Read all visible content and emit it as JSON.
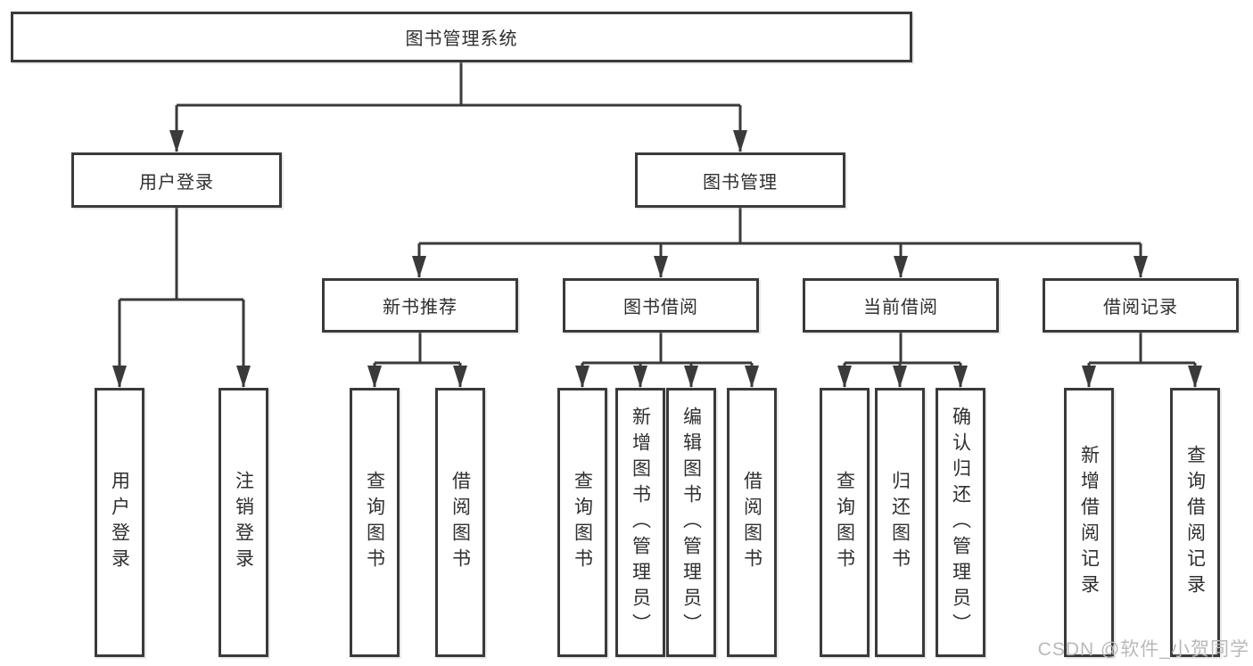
{
  "diagram_type": "hierarchy-tree",
  "colors": {
    "line": "#3a3a3a",
    "text": "#2f2f2f",
    "watermark": "#b9b9b9",
    "background": "#ffffff"
  },
  "tree": {
    "root": {
      "label": "图书管理系统"
    },
    "children": [
      {
        "label": "用户登录",
        "children": [
          {
            "label": "用户登录"
          },
          {
            "label": "注销登录"
          }
        ]
      },
      {
        "label": "图书管理",
        "children": [
          {
            "label": "新书推荐",
            "children": [
              {
                "label": "查询图书"
              },
              {
                "label": "借阅图书"
              }
            ]
          },
          {
            "label": "图书借阅",
            "children": [
              {
                "label": "查询图书"
              },
              {
                "label": "新增图书（管理员）"
              },
              {
                "label": "编辑图书（管理员）"
              },
              {
                "label": "借阅图书"
              }
            ]
          },
          {
            "label": "当前借阅",
            "children": [
              {
                "label": "查询图书"
              },
              {
                "label": "归还图书"
              },
              {
                "label": "确认归还（管理员）"
              }
            ]
          },
          {
            "label": "借阅记录",
            "children": [
              {
                "label": "新增借阅记录"
              },
              {
                "label": "查询借阅记录"
              }
            ]
          }
        ]
      }
    ]
  },
  "watermark": {
    "text": "CSDN @软件_小贺同学"
  }
}
